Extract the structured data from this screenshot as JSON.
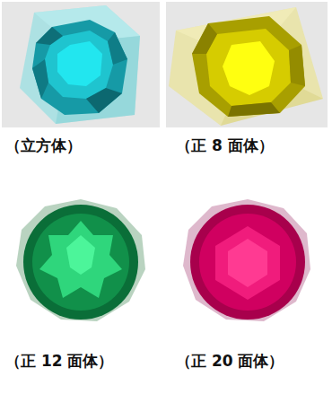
{
  "diagram": {
    "labels": [
      "（立方体）",
      "（正 8 面体）",
      "（正 12 面体）",
      "（正 20 面体）"
    ]
  }
}
